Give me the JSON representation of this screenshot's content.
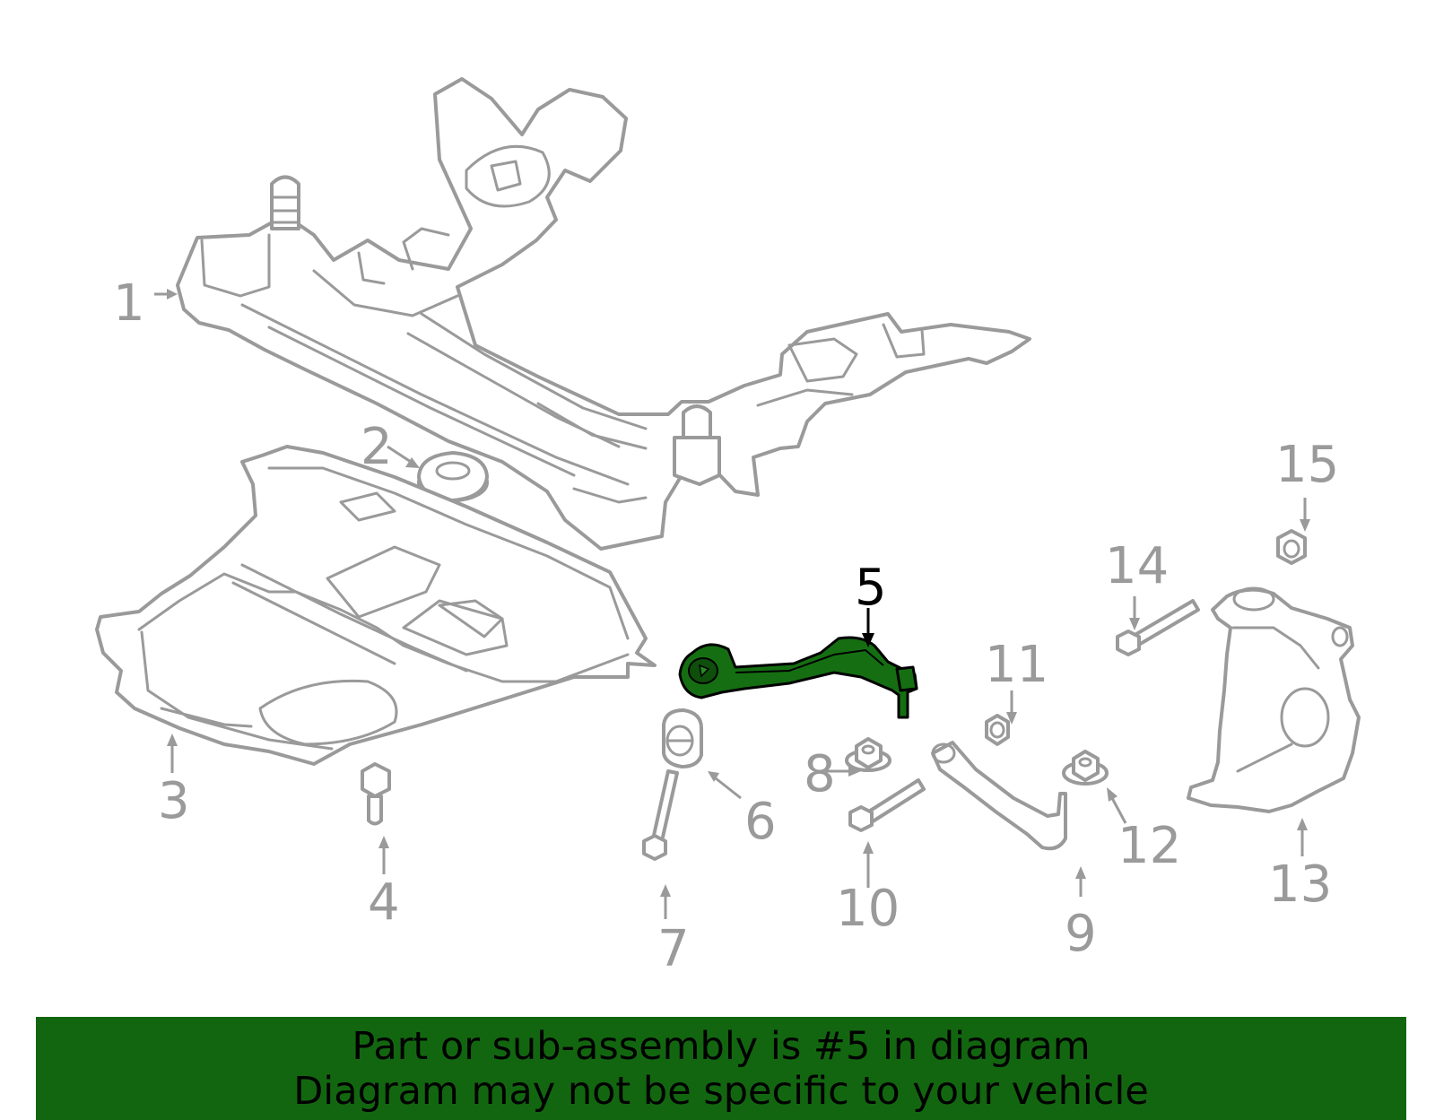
{
  "callouts": {
    "c1": "1",
    "c2": "2",
    "c3": "3",
    "c4": "4",
    "c5": "5",
    "c6": "6",
    "c7": "7",
    "c8": "8",
    "c9": "9",
    "c10": "10",
    "c11": "11",
    "c12": "12",
    "c13": "13",
    "c14": "14",
    "c15": "15"
  },
  "highlighted_part": "5",
  "banner": {
    "line1": "Part or sub-assembly is #5 in diagram",
    "line2": "Diagram may not be specific to your vehicle"
  },
  "colors": {
    "part_outline": "#9a9a9a",
    "highlight_fill": "#156f12",
    "banner_background": "#136610",
    "banner_text": "#000000"
  }
}
